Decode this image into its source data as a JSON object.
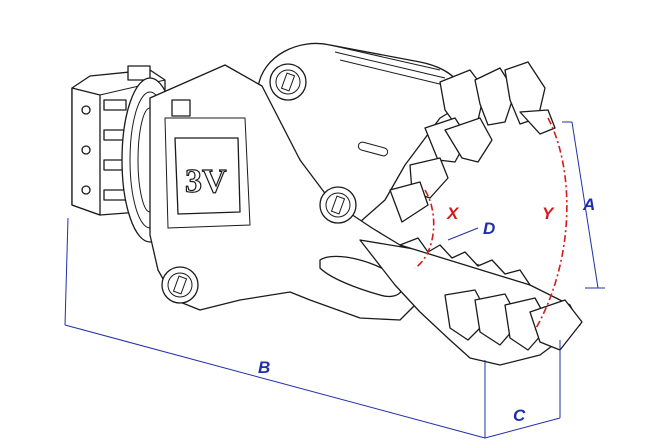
{
  "brand_logo": "3V",
  "labels": {
    "A": "A",
    "B": "B",
    "C": "C",
    "D": "D",
    "X": "X",
    "Y": "Y"
  },
  "colors": {
    "dimension_lines": "#1f2fa8",
    "jaw_opening_marks": "#d41b1b",
    "outline": "#1a1a1a"
  }
}
